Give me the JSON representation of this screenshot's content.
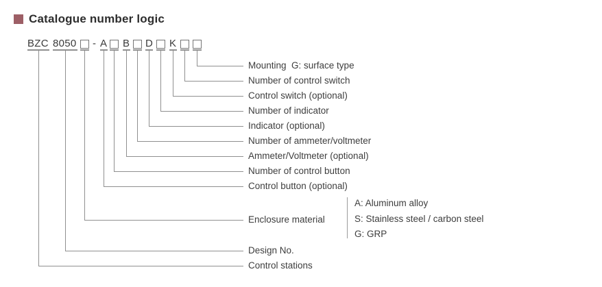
{
  "title": "Catalogue number logic",
  "code": {
    "control_stations": "BZC",
    "design_no": "8050",
    "separator": "-",
    "control_button": "A",
    "ammeter_voltmeter": "B",
    "indicator": "D",
    "control_switch": "K"
  },
  "labels": [
    {
      "text": "Mounting  G: surface type"
    },
    {
      "text": "Number of control switch"
    },
    {
      "text": "Control switch (optional)"
    },
    {
      "text": "Number of indicator"
    },
    {
      "text": "Indicator (optional)"
    },
    {
      "text": "Number of ammeter/voltmeter"
    },
    {
      "text": "Ammeter/Voltmeter (optional)"
    },
    {
      "text": "Number of control button"
    },
    {
      "text": "Control button (optional)"
    },
    {
      "text": "Enclosure material"
    },
    {
      "text": "Design No."
    },
    {
      "text": "Control stations"
    }
  ],
  "enclosure_options": [
    {
      "text": "A: Aluminum alloy"
    },
    {
      "text": "S: Stainless steel / carbon steel"
    },
    {
      "text": "G: GRP"
    }
  ],
  "colors": {
    "accent_square": "#9d5f66",
    "line": "#8f8f8f",
    "text": "#3d3d3d"
  }
}
